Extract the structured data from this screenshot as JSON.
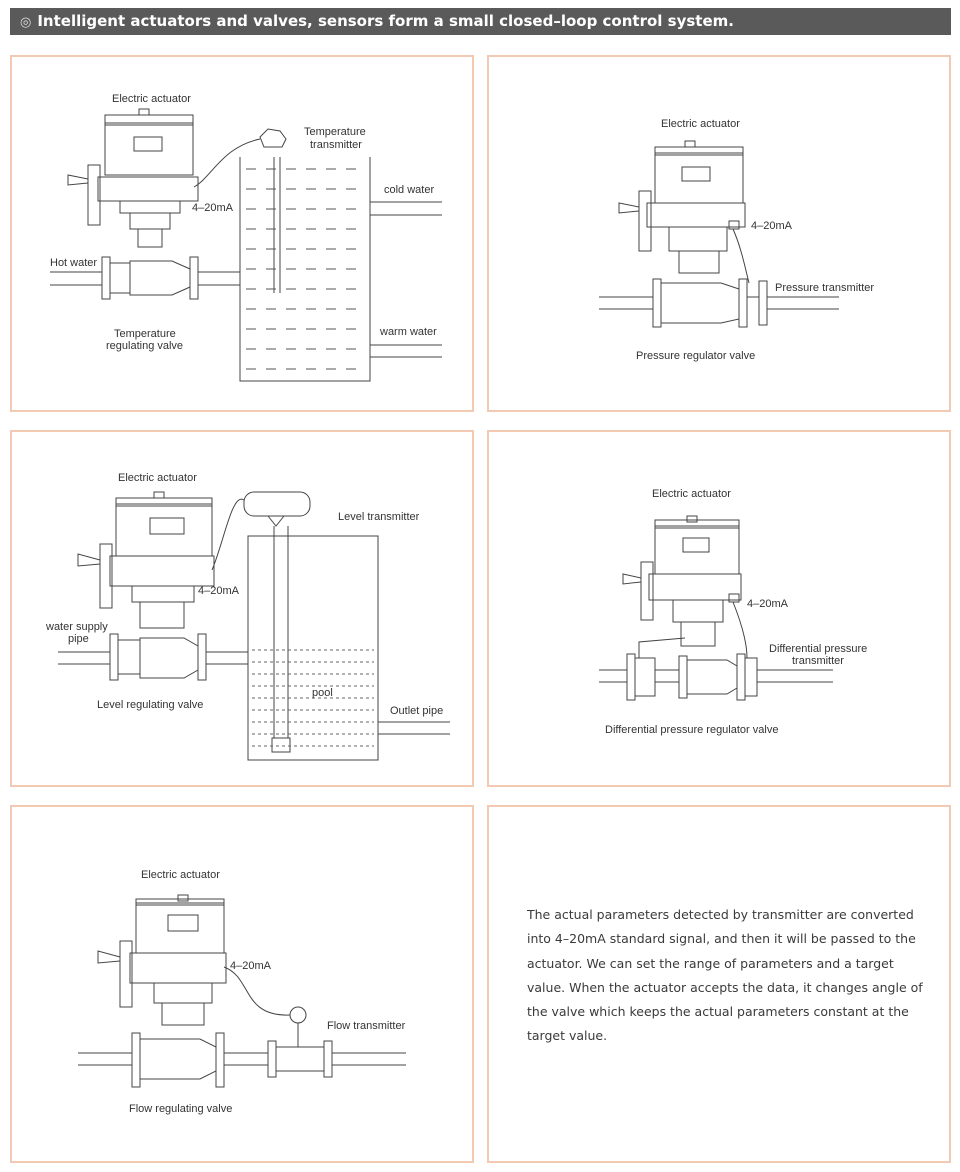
{
  "header": {
    "bullet": "◎",
    "title": "Intelligent actuators and valves, sensors form a small closed–loop control system."
  },
  "panel1": {
    "actuator": "Electric actuator",
    "transmitter_l1": "Temperature",
    "transmitter_l2": "transmitter",
    "signal": "4–20mA",
    "cold": "cold water",
    "hot": "Hot water",
    "warm": "warm water",
    "valve_l1": "Temperature",
    "valve_l2": "regulating valve"
  },
  "panel2": {
    "actuator": "Electric actuator",
    "signal": "4–20mA",
    "transmitter": "Pressure transmitter",
    "valve": "Pressure regulator valve"
  },
  "panel3": {
    "actuator": "Electric actuator",
    "transmitter": "Level transmitter",
    "signal": "4–20mA",
    "supply_l1": "water supply",
    "supply_l2": "pipe",
    "pool": "pool",
    "outlet": "Outlet pipe",
    "valve": "Level regulating valve"
  },
  "panel4": {
    "actuator": "Electric actuator",
    "signal": "4–20mA",
    "transmitter_l1": "Differential pressure",
    "transmitter_l2": "transmitter",
    "valve": "Differential pressure regulator valve"
  },
  "panel5": {
    "actuator": "Electric actuator",
    "signal": "4–20mA",
    "transmitter": "Flow transmitter",
    "valve": "Flow regulating valve"
  },
  "panel6": {
    "description": "The actual parameters detected by transmitter are converted into 4–20mA standard signal, and then it will be passed to the actuator.  We can set the range of parameters and a target value.  When the actuator accepts the data, it changes angle of the valve which keeps the actual parameters constant at the target value."
  }
}
